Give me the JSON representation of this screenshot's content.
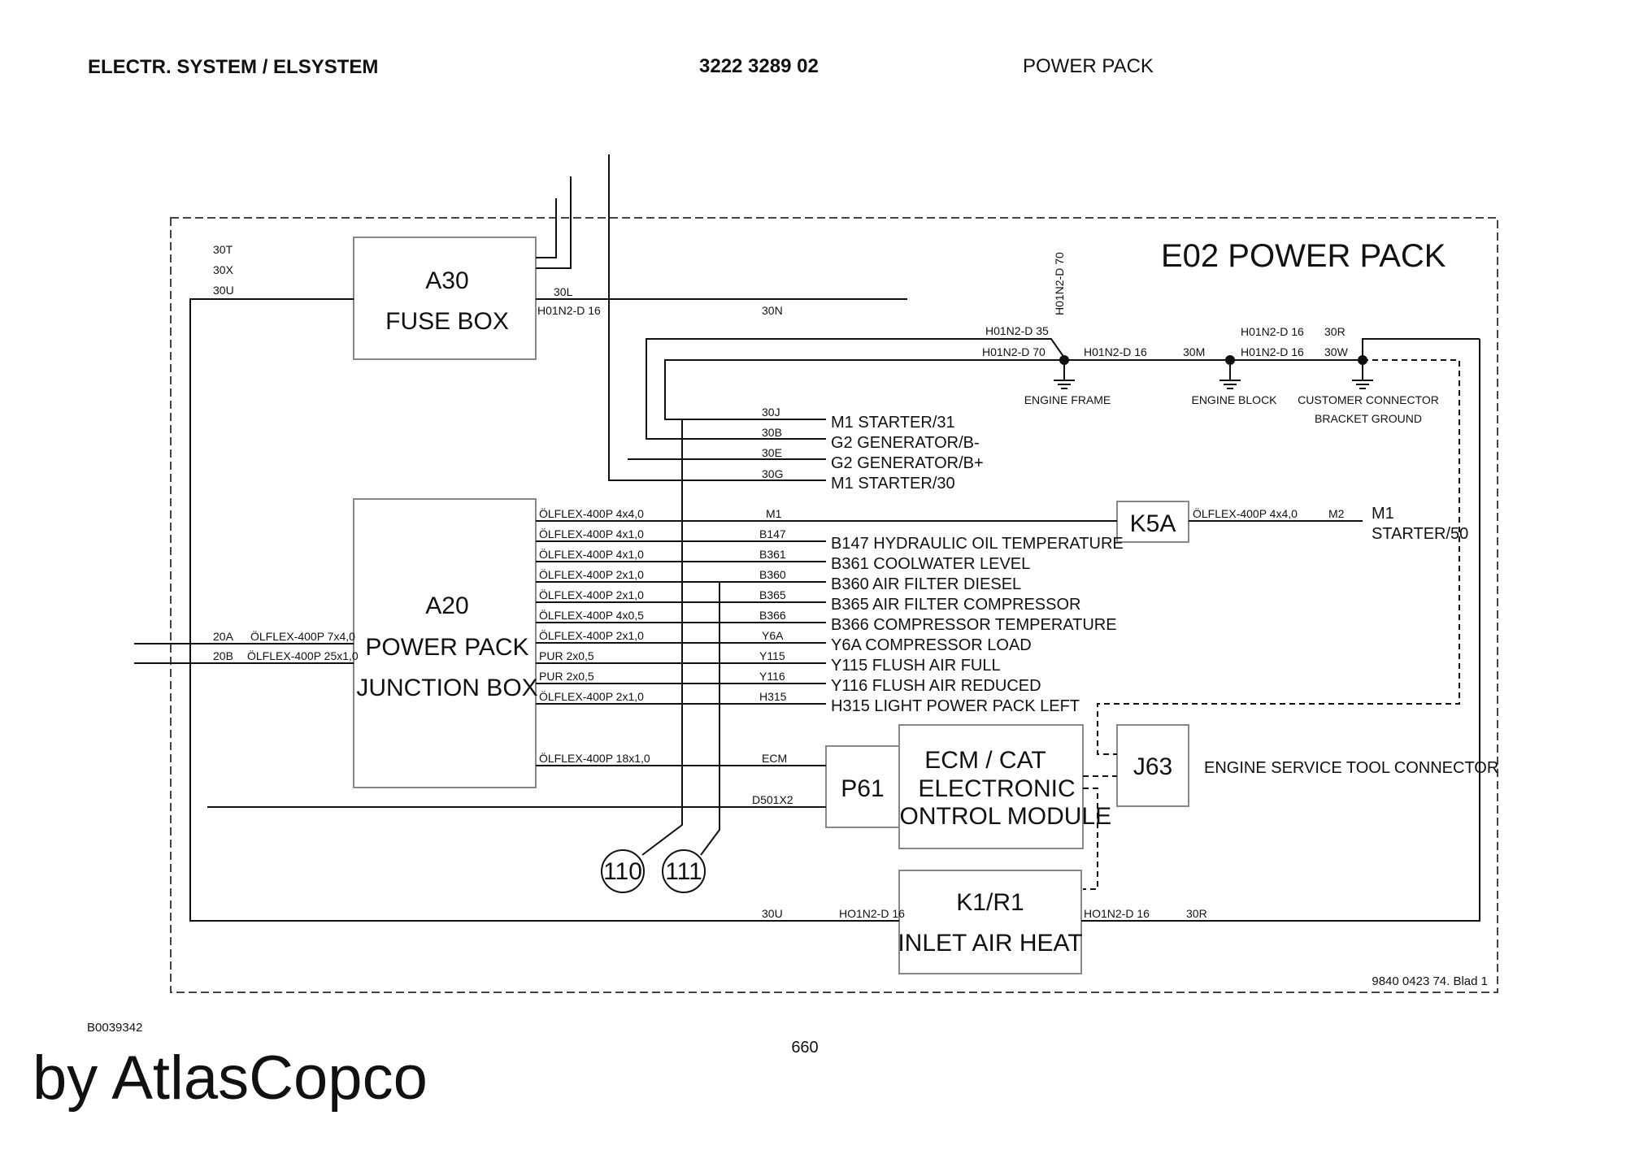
{
  "header": {
    "left": "ELECTR. SYSTEM / ELSYSTEM",
    "center": "3222 3289 02",
    "right": "POWER PACK"
  },
  "diagram": {
    "title": "E02 POWER PACK",
    "fuse_box": {
      "line1": "A30",
      "line2": "FUSE BOX"
    },
    "junction_box": {
      "line1": "A20",
      "line2": "POWER PACK",
      "line3": "JUNCTION BOX"
    },
    "ecm": {
      "line1": "ECM / CAT",
      "line2": "ELECTRONIC",
      "line3": "CONTROL MODULE"
    },
    "p61": "P61",
    "k5a": "K5A",
    "j63": "J63",
    "j63_desc": "ENGINE SERVICE TOOL CONNECTOR",
    "heater": {
      "line1": "K1/R1",
      "line2": "INLET AIR HEAT"
    },
    "refs": [
      "110",
      "111"
    ],
    "fuse_inputs": [
      "30T",
      "30X",
      "30U"
    ],
    "fuse_outputs": {
      "w30l": "30L",
      "w30n_cable": "H01N2-D 16",
      "w30n": "30N"
    },
    "ground_wires": {
      "d35": "H01N2-D 35",
      "d70": "H01N2-D 70",
      "d70_vertical": "H01N2-D 70",
      "d16_a": "H01N2-D 16",
      "w30m": "30M",
      "d16_b": "H01N2-D 16",
      "w30r": "30R",
      "d16_c": "H01N2-D 16",
      "w30w": "30W"
    },
    "grounds": {
      "engine_frame": "ENGINE FRAME",
      "engine_block": "ENGINE BLOCK",
      "customer_1": "CUSTOMER CONNECTOR",
      "customer_2": "BRACKET GROUND"
    },
    "starter_wires": [
      {
        "num": "30J",
        "label": "M1 STARTER/31"
      },
      {
        "num": "30B",
        "label": "G2 GENERATOR/B-"
      },
      {
        "num": "30E",
        "label": "G2 GENERATOR/B+"
      },
      {
        "num": "30G",
        "label": "M1 STARTER/30"
      }
    ],
    "m1_line": {
      "cable": "ÖLFLEX-400P 4x4,0",
      "num": "M1"
    },
    "k5a_out": {
      "cable": "ÖLFLEX-400P 4x4,0",
      "num": "M2",
      "label1": "M1",
      "label2": "STARTER/50"
    },
    "junction_outputs": [
      {
        "cable": "ÖLFLEX-400P 4x1,0",
        "num": "B147",
        "label": "B147 HYDRAULIC OIL TEMPERATURE"
      },
      {
        "cable": "ÖLFLEX-400P 4x1,0",
        "num": "B361",
        "label": "B361 COOLWATER LEVEL"
      },
      {
        "cable": "ÖLFLEX-400P 2x1,0",
        "num": "B360",
        "label": "B360 AIR FILTER DIESEL"
      },
      {
        "cable": "ÖLFLEX-400P 2x1,0",
        "num": "B365",
        "label": "B365 AIR FILTER COMPRESSOR"
      },
      {
        "cable": "ÖLFLEX-400P 4x0,5",
        "num": "B366",
        "label": "B366 COMPRESSOR TEMPERATURE"
      },
      {
        "cable": "ÖLFLEX-400P 2x1,0",
        "num": "Y6A",
        "label": "Y6A COMPRESSOR LOAD"
      },
      {
        "cable": "PUR 2x0,5",
        "num": "Y115",
        "label": "Y115 FLUSH AIR FULL"
      },
      {
        "cable": "PUR 2x0,5",
        "num": "Y116",
        "label": "Y116 FLUSH AIR REDUCED"
      },
      {
        "cable": "ÖLFLEX-400P 2x1,0",
        "num": "H315",
        "label": "H315 LIGHT POWER PACK LEFT"
      }
    ],
    "ecm_line": {
      "cable": "ÖLFLEX-400P 18x1,0",
      "num": "ECM"
    },
    "d501": "D501X2",
    "inputs": [
      {
        "num": "20A",
        "cable": "ÖLFLEX-400P 7x4,0"
      },
      {
        "num": "20B",
        "cable": "ÖLFLEX-400P 25x1,0"
      }
    ],
    "bottom": {
      "w30u": "30U",
      "d16_left": "HO1N2-D 16",
      "d16_right": "HO1N2-D 16",
      "w30r": "30R"
    },
    "sheet_ref": "9840 0423 74. Blad 1"
  },
  "footer": {
    "doc_id": "B0039342",
    "page_number": "660",
    "brand": "by AtlasCopco"
  }
}
